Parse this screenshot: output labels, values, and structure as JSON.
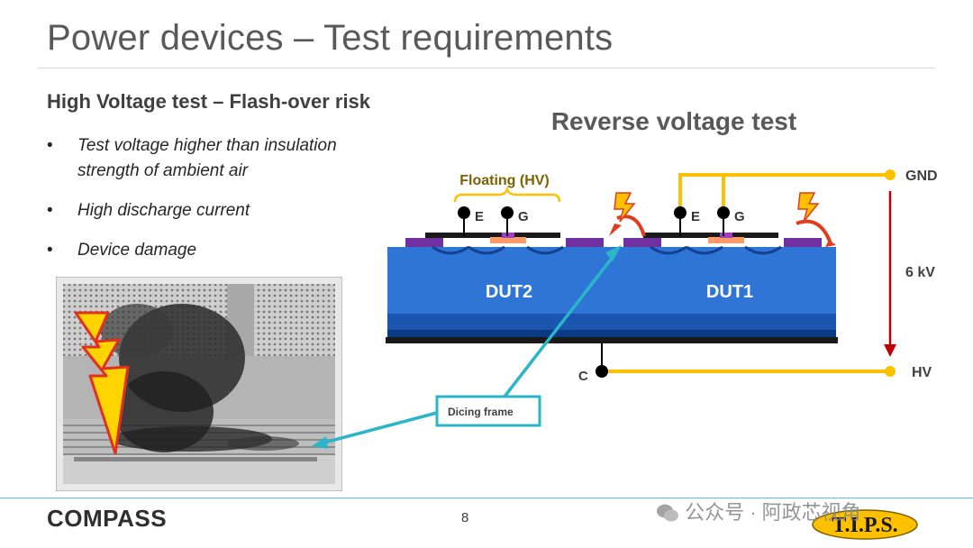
{
  "slide": {
    "title": "Power devices – Test requirements",
    "subheading": "High Voltage test – Flash-over risk",
    "bullets": [
      {
        "text": "Test voltage higher than insulation strength of ambient air"
      },
      {
        "text": "High discharge current"
      },
      {
        "text": "Device damage"
      }
    ],
    "page_number": "8"
  },
  "diagram": {
    "title": "Reverse voltage test",
    "floating_label": "Floating (HV)",
    "dut2_label": "DUT2",
    "dut1_label": "DUT1",
    "dut2_e": "E",
    "dut2_g": "G",
    "dut1_e": "E",
    "dut1_g": "G",
    "gnd_label": "GND",
    "hv_label": "HV",
    "voltage_label": "6 kV",
    "c_label": "C",
    "dicing_frame_label": "Dicing frame"
  },
  "footer": {
    "logo_text": "COMPASS",
    "watermark": "公众号 · 阿政芯视角",
    "tips_logo": "T.I.P.S."
  },
  "colors": {
    "accent_yellow": "#ffc000",
    "arrow_red": "#c00000",
    "callout_cyan": "#2bb5c8",
    "substrate_blue": "#1f5fb5",
    "pad_purple": "#7030a0",
    "rule_blue": "#5bc0de"
  },
  "icons": [
    "lightning-icon",
    "flashover-icon",
    "wechat-icon"
  ]
}
